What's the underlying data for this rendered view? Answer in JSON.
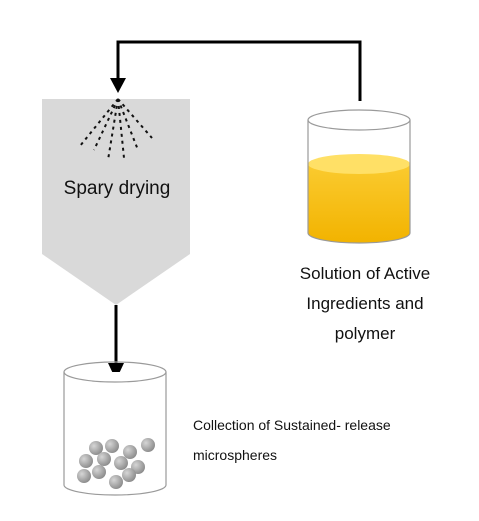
{
  "spray_dryer": {
    "label": "Spary drying"
  },
  "solution": {
    "lines": [
      "Solution of Active",
      "Ingredients and",
      "polymer"
    ],
    "liquid_color": "#f5b800"
  },
  "collection": {
    "lines": [
      "Collection of Sustained- release",
      "microspheres"
    ]
  },
  "colors": {
    "dryer_fill": "#d9d9d9",
    "arrow": "#000000",
    "microsphere": "#9a9a9a"
  }
}
